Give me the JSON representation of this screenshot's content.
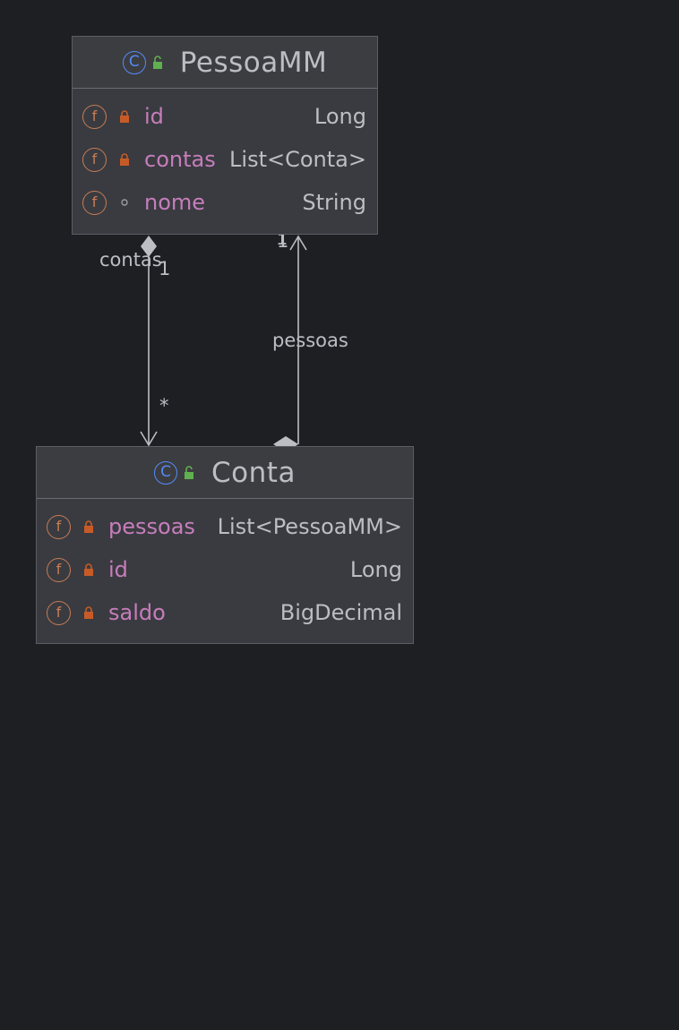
{
  "colors": {
    "background": "#1e1f22",
    "class_box": "#393b40",
    "class_icon": "#548af7",
    "field_icon": "#c77d55",
    "field_name": "#c77dbb",
    "public_icon": "#5fb04f",
    "private_icon": "#c75b28",
    "edge_line": "#bcbec4"
  },
  "classes": [
    {
      "name": "PessoaMM",
      "icon": "class-c-icon",
      "fields": [
        {
          "name": "id",
          "type": "Long",
          "visibility": "private"
        },
        {
          "name": "contas",
          "type": "List<Conta>",
          "visibility": "private"
        },
        {
          "name": "nome",
          "type": "String",
          "visibility": "package"
        }
      ]
    },
    {
      "name": "Conta",
      "icon": "class-c-icon",
      "fields": [
        {
          "name": "pessoas",
          "type": "List<PessoaMM>",
          "visibility": "private"
        },
        {
          "name": "id",
          "type": "Long",
          "visibility": "private"
        },
        {
          "name": "saldo",
          "type": "BigDecimal",
          "visibility": "private"
        }
      ]
    }
  ],
  "edges": [
    {
      "from": "PessoaMM",
      "to": "Conta",
      "role": "contas",
      "source_multiplicity": "1",
      "target_multiplicity": "*",
      "kind": "composition"
    },
    {
      "from": "Conta",
      "to": "PessoaMM",
      "role": "pessoas",
      "source_multiplicity": "1",
      "target_multiplicity": "1",
      "kind": "composition"
    }
  ],
  "field_icon_letter": "f",
  "class_icon_letter": "C"
}
